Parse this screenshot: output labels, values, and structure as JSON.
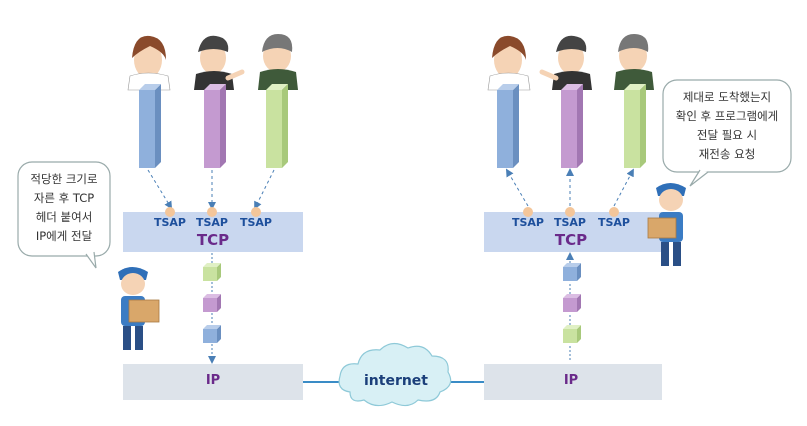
{
  "left_bubble": {
    "lines": [
      "적당한 크기로",
      "자른 후 TCP",
      "헤더 붙여서",
      "IP에게 전달"
    ]
  },
  "right_bubble": {
    "lines": [
      "제대로 도착했는지",
      "확인 후 프로그램에게",
      "전달 필요 시",
      "재전송 요청"
    ]
  },
  "left_stack": {
    "tsap_labels": [
      "TSAP",
      "TSAP",
      "TSAP"
    ],
    "tcp_label": "TCP",
    "ip_label": "IP"
  },
  "right_stack": {
    "tsap_labels": [
      "TSAP",
      "TSAP",
      "TSAP"
    ],
    "tcp_label": "TCP",
    "ip_label": "IP"
  },
  "network": {
    "label": "internet"
  },
  "colors": {
    "blue_pillar": "#8fb0dc",
    "purple_pillar": "#c49ad0",
    "green_pillar": "#c9e2a0",
    "layer_box": "#c9d7ef",
    "ip_box": "#dde3ea",
    "tsap_dot": "#f4c69a",
    "cloud": "#d8f0f5",
    "link_line": "#3a8cc6"
  }
}
